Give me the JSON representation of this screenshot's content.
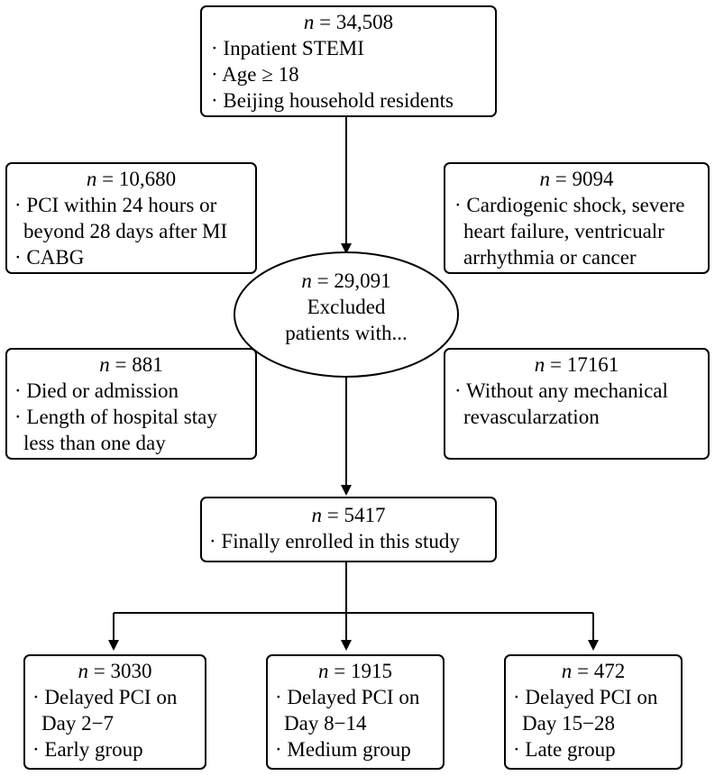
{
  "top_box": {
    "n_prefix": "n",
    "n_value": " = 34,508",
    "items": [
      "· Inpatient STEMI",
      "· Age ≥ 18",
      "· Beijing household residents"
    ]
  },
  "left_box_1": {
    "n_prefix": "n",
    "n_value": " = 10,680",
    "lines": [
      "· PCI within 24 hours or",
      "beyond 28 days after MI",
      "· CABG"
    ]
  },
  "right_box_1": {
    "n_prefix": "n",
    "n_value": " = 9094",
    "lines": [
      "· Cardiogenic shock, severe",
      "heart failure, ventricualr",
      "arrhythmia or cancer"
    ]
  },
  "ellipse": {
    "n_prefix": "n",
    "n_value": " = 29,091",
    "lines": [
      "Excluded",
      "patients with..."
    ]
  },
  "left_box_2": {
    "n_prefix": "n",
    "n_value": " = 881",
    "lines": [
      "· Died or admission",
      "· Length of hospital stay",
      "less than one day"
    ]
  },
  "right_box_2": {
    "n_prefix": "n",
    "n_value": " = 17161",
    "lines": [
      "· Without any mechanical",
      "revascularzation"
    ]
  },
  "enrolled_box": {
    "n_prefix": "n",
    "n_value": " = 5417",
    "lines": [
      "· Finally enrolled in this study"
    ]
  },
  "groups": [
    {
      "n_prefix": "n",
      "n_value": " = 3030",
      "lines": [
        "· Delayed PCI on",
        "Day 2−7",
        "· Early group"
      ]
    },
    {
      "n_prefix": "n",
      "n_value": " = 1915",
      "lines": [
        "· Delayed PCI on",
        "Day 8−14",
        "· Medium group"
      ]
    },
    {
      "n_prefix": "n",
      "n_value": " = 472",
      "lines": [
        "· Delayed PCI on",
        "Day 15−28",
        "· Late group"
      ]
    }
  ]
}
